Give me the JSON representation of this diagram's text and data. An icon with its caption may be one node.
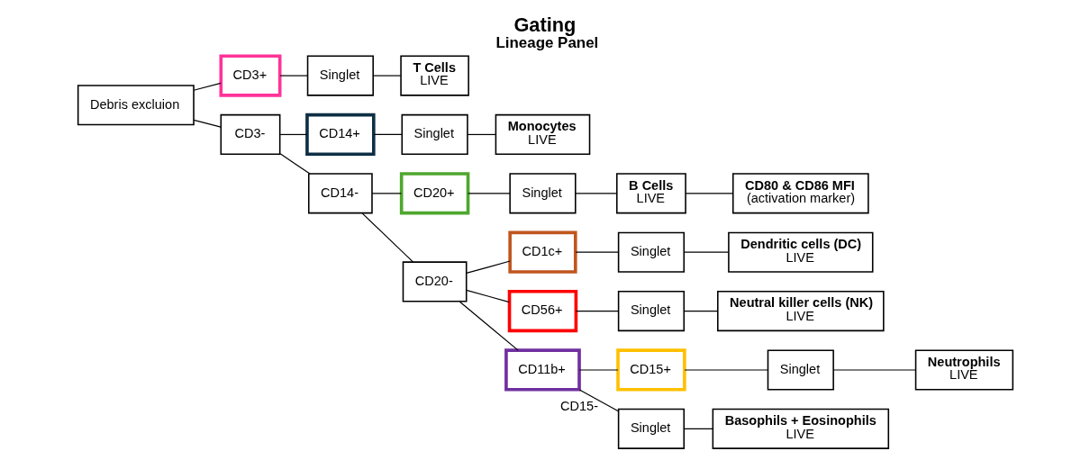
{
  "diagram": {
    "title": "Gating",
    "caption": "Lineage Panel",
    "nodes": [
      {
        "text": [
          "Debris excluion"
        ]
      },
      {
        "text": [
          "CD3+"
        ]
      },
      {
        "text": [
          "Singlet"
        ]
      },
      {
        "text": [
          "T Cells",
          "LIVE"
        ]
      },
      {
        "text": [
          "CD3-"
        ]
      },
      {
        "text": [
          "CD14+"
        ]
      },
      {
        "text": [
          "Singlet"
        ]
      },
      {
        "text": [
          "Monocytes",
          "LIVE"
        ]
      },
      {
        "text": [
          "CD14-"
        ]
      },
      {
        "text": [
          "CD20+"
        ]
      },
      {
        "text": [
          "Singlet"
        ]
      },
      {
        "text": [
          "B Cells",
          "LIVE"
        ]
      },
      {
        "text": [
          "CD80 & CD86 MFI",
          "(activation marker)"
        ]
      },
      {
        "text": [
          "CD20-"
        ]
      },
      {
        "text": [
          "CD1c+"
        ]
      },
      {
        "text": [
          "Singlet"
        ]
      },
      {
        "text": [
          "Dendritic cells (DC)",
          "LIVE"
        ]
      },
      {
        "text": [
          "CD56+"
        ]
      },
      {
        "text": [
          "Singlet"
        ]
      },
      {
        "text": [
          "Neutral killer cells (NK)",
          "LIVE"
        ]
      },
      {
        "text": [
          "CD11b+"
        ]
      },
      {
        "text": [
          "CD15+"
        ]
      },
      {
        "text": [
          "Singlet"
        ]
      },
      {
        "text": [
          "Neutrophils",
          "LIVE"
        ]
      },
      {
        "text": [
          "Singlet"
        ]
      },
      {
        "text": [
          "Basophils + Eosinophils",
          "LIVE"
        ]
      }
    ],
    "edges": [
      {
        "from": 0,
        "to": 1,
        "arrow": "none"
      },
      {
        "from": 1,
        "to": 2,
        "arrow": "none"
      },
      {
        "from": 2,
        "to": 3,
        "arrow": "none"
      },
      {
        "from": 0,
        "to": 4,
        "arrow": "none"
      },
      {
        "from": 4,
        "to": 5,
        "arrow": "none"
      },
      {
        "from": 5,
        "to": 6,
        "arrow": "none"
      },
      {
        "from": 6,
        "to": 7,
        "arrow": "none"
      },
      {
        "from": 4,
        "to": 8,
        "arrow": "none"
      },
      {
        "from": 8,
        "to": 9,
        "arrow": "none"
      },
      {
        "from": 9,
        "to": 10,
        "arrow": "none"
      },
      {
        "from": 10,
        "to": 11,
        "arrow": "none"
      },
      {
        "from": 11,
        "to": 12,
        "arrow": "none"
      },
      {
        "from": 8,
        "to": 13,
        "arrow": "none"
      },
      {
        "from": 13,
        "to": 14,
        "arrow": "none"
      },
      {
        "from": 14,
        "to": 15,
        "arrow": "none"
      },
      {
        "from": 15,
        "to": 16,
        "arrow": "none"
      },
      {
        "from": 13,
        "to": 17,
        "arrow": "none"
      },
      {
        "from": 17,
        "to": 18,
        "arrow": "none"
      },
      {
        "from": 18,
        "to": 19,
        "arrow": "none"
      },
      {
        "from": 13,
        "to": 20,
        "arrow": "none"
      },
      {
        "from": 20,
        "to": 21,
        "arrow": "none"
      },
      {
        "from": 21,
        "to": 22,
        "arrow": "none"
      },
      {
        "from": 22,
        "to": 23,
        "arrow": "none"
      },
      {
        "from": 20,
        "to": 24,
        "arrow": "none",
        "label": "CD15-"
      },
      {
        "from": 24,
        "to": 25,
        "arrow": "none"
      }
    ]
  }
}
